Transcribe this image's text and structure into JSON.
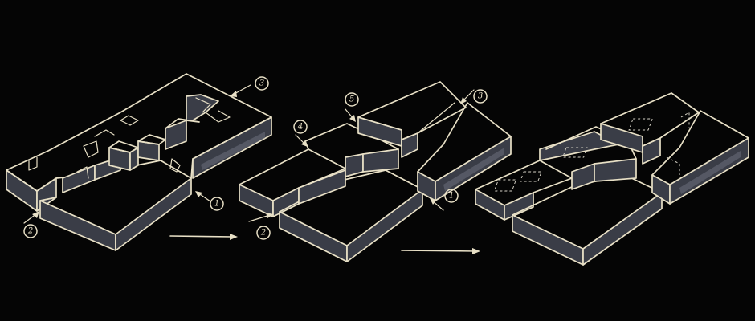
{
  "diagram": {
    "background": "#000000",
    "ink_color": "#e8e0c6",
    "stages": [
      {
        "name": "stage-1",
        "callouts": [
          {
            "label": "3"
          },
          {
            "label": "1"
          },
          {
            "label": "2"
          }
        ]
      },
      {
        "name": "stage-2",
        "callouts": [
          {
            "label": "5"
          },
          {
            "label": "3"
          },
          {
            "label": "4"
          },
          {
            "label": "1"
          },
          {
            "label": "2"
          }
        ]
      },
      {
        "name": "stage-3",
        "callouts": []
      }
    ],
    "transition_arrows": [
      {
        "from": "stage-1",
        "to": "stage-2"
      },
      {
        "from": "stage-2",
        "to": "stage-3"
      }
    ]
  }
}
